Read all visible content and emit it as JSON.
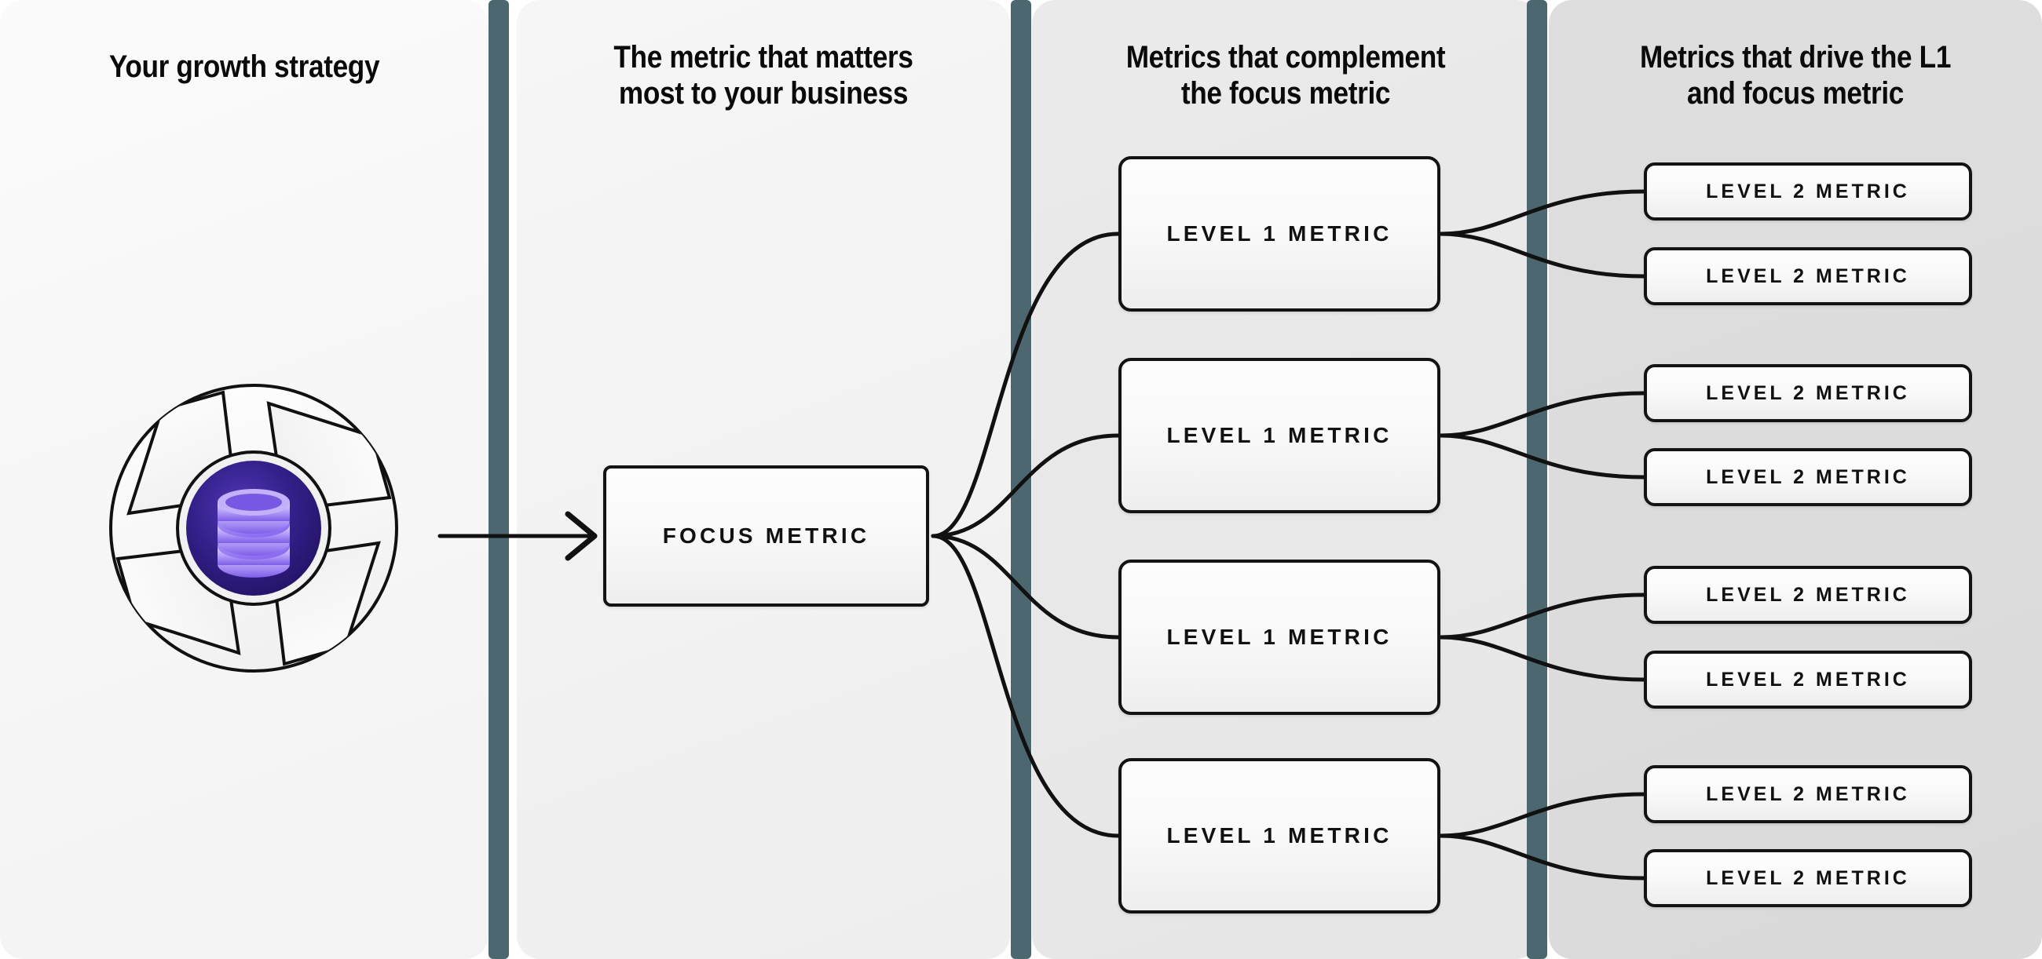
{
  "columns": [
    {
      "id": "growth-strategy",
      "title": "Your growth strategy"
    },
    {
      "id": "focus-metric",
      "title": "The metric that matters\nmost to your business"
    },
    {
      "id": "complement-metrics",
      "title": "Metrics that complement\nthe focus metric"
    },
    {
      "id": "driver-metrics",
      "title": "Metrics that drive the L1\nand focus metric"
    }
  ],
  "emblem": {
    "name": "growth-strategy-aperture",
    "center_icon": "database-icon",
    "disc_count": 3,
    "colors": {
      "outline": "#111111",
      "blade": "#fcfcfc",
      "core_outer": "#efefef",
      "core_bg_dark": "#241266",
      "core_bg_light": "#4b32a8",
      "database_light": "#cdc0fb",
      "database_mid": "#9a7cf5",
      "database_dark": "#6f4fe0"
    }
  },
  "focus": {
    "label": "FOCUS METRIC"
  },
  "level1": [
    {
      "label": "LEVEL 1 METRIC"
    },
    {
      "label": "LEVEL 1 METRIC"
    },
    {
      "label": "LEVEL 1 METRIC"
    },
    {
      "label": "LEVEL 1 METRIC"
    }
  ],
  "level2": [
    {
      "label": "LEVEL 2 METRIC"
    },
    {
      "label": "LEVEL 2 METRIC"
    },
    {
      "label": "LEVEL 2 METRIC"
    },
    {
      "label": "LEVEL 2 METRIC"
    },
    {
      "label": "LEVEL 2 METRIC"
    },
    {
      "label": "LEVEL 2 METRIC"
    },
    {
      "label": "LEVEL 2 METRIC"
    },
    {
      "label": "LEVEL 2 METRIC"
    }
  ],
  "theme": {
    "separator_bar": "#4d6771",
    "panel_1_bg": "#f6f6f6",
    "panel_2_bg": "#f2f2f2",
    "panel_3_bg": "#e8e8e8",
    "panel_4_bg": "#dcdcdc",
    "node_border": "#131313",
    "connector_stroke": "#111111",
    "heading_color": "#0a0a0a"
  },
  "connectors": {
    "arrow_strategy_to_focus": "arrow-right-icon",
    "focus_to_level1_count": 4,
    "level1_to_level2_per_node": 2
  }
}
